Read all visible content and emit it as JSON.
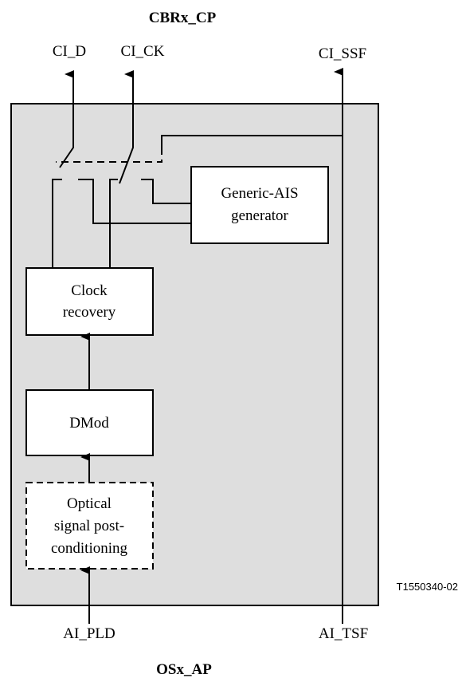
{
  "titles": {
    "top": "CBRx_CP",
    "bottom": "OSx_AP"
  },
  "signals": {
    "ci_d": "CI_D",
    "ci_ck": "CI_CK",
    "ci_ssf": "CI_SSF",
    "ai_pld": "AI_PLD",
    "ai_tsf": "AI_TSF"
  },
  "blocks": {
    "generic_ais": [
      "Generic-AIS",
      "generator"
    ],
    "clock_recovery": [
      "Clock",
      "recovery"
    ],
    "dmod": [
      "DMod"
    ],
    "optical_post": [
      "Optical",
      "signal post-",
      "conditioning"
    ]
  },
  "figure_code": "T1550340-02",
  "colors": {
    "panel": "#dedede",
    "line": "#000000",
    "box_fill": "#ffffff"
  }
}
